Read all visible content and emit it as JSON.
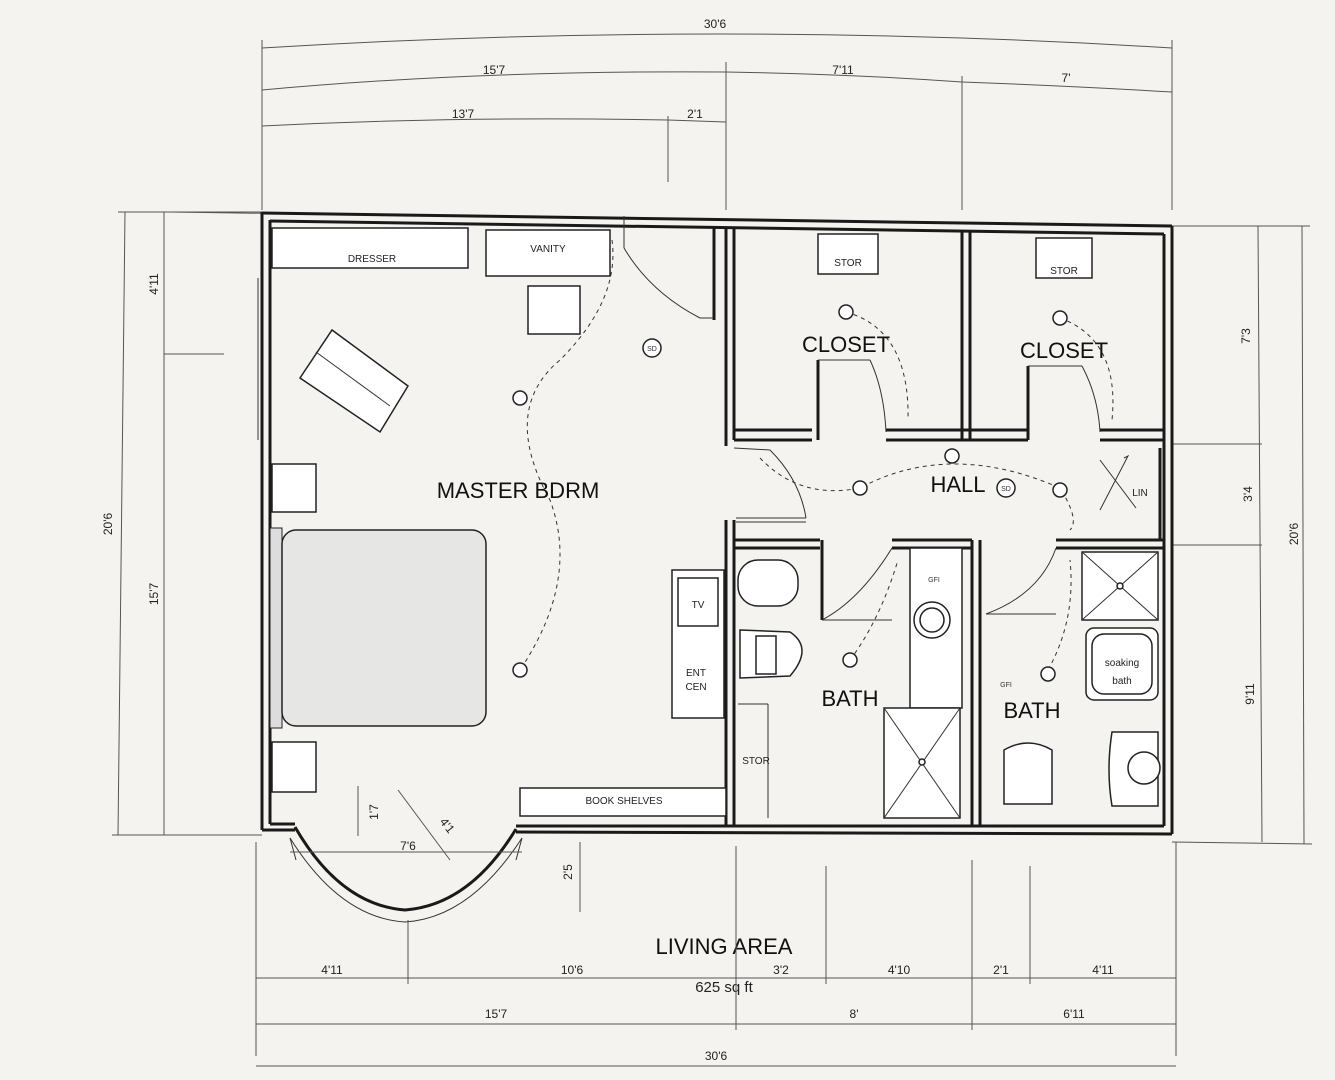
{
  "rooms": {
    "master": "MASTER BDRM",
    "closet1": "CLOSET",
    "closet2": "CLOSET",
    "hall": "HALL",
    "bath1": "BATH",
    "bath2": "BATH",
    "living": "LIVING AREA",
    "area": "625 sq ft"
  },
  "fixtures": {
    "dresser": "DRESSER",
    "vanity": "VANITY",
    "stor1": "STOR",
    "stor2": "STOR",
    "stor3": "STOR",
    "lin": "LIN",
    "tv": "TV",
    "ent_1": "ENT",
    "ent_2": "CEN",
    "book": "BOOK SHELVES",
    "soak_1": "soaking",
    "soak_2": "bath",
    "sd": "SD",
    "gfi": "GFI"
  },
  "dimensions": {
    "top_total": "30'6",
    "top_left": "15'7",
    "top_mid": "7'11",
    "top_right": "7'",
    "top_13": "13'7",
    "top_21": "2'1",
    "left_total": "20'6",
    "left_411": "4'11",
    "left_157": "15'7",
    "right_73": "7'3",
    "right_34": "3'4",
    "right_911": "9'11",
    "right_total": "20'6",
    "bay_17": "1'7",
    "bay_76": "7'6",
    "bay_41": "4'1",
    "bay_25": "2'5",
    "bot_411a": "4'11",
    "bot_106": "10'6",
    "bot_32": "3'2",
    "bot_410": "4'10",
    "bot_21": "2'1",
    "bot_411b": "4'11",
    "bot_157": "15'7",
    "bot_8": "8'",
    "bot_611": "6'11",
    "bot_total": "30'6"
  }
}
